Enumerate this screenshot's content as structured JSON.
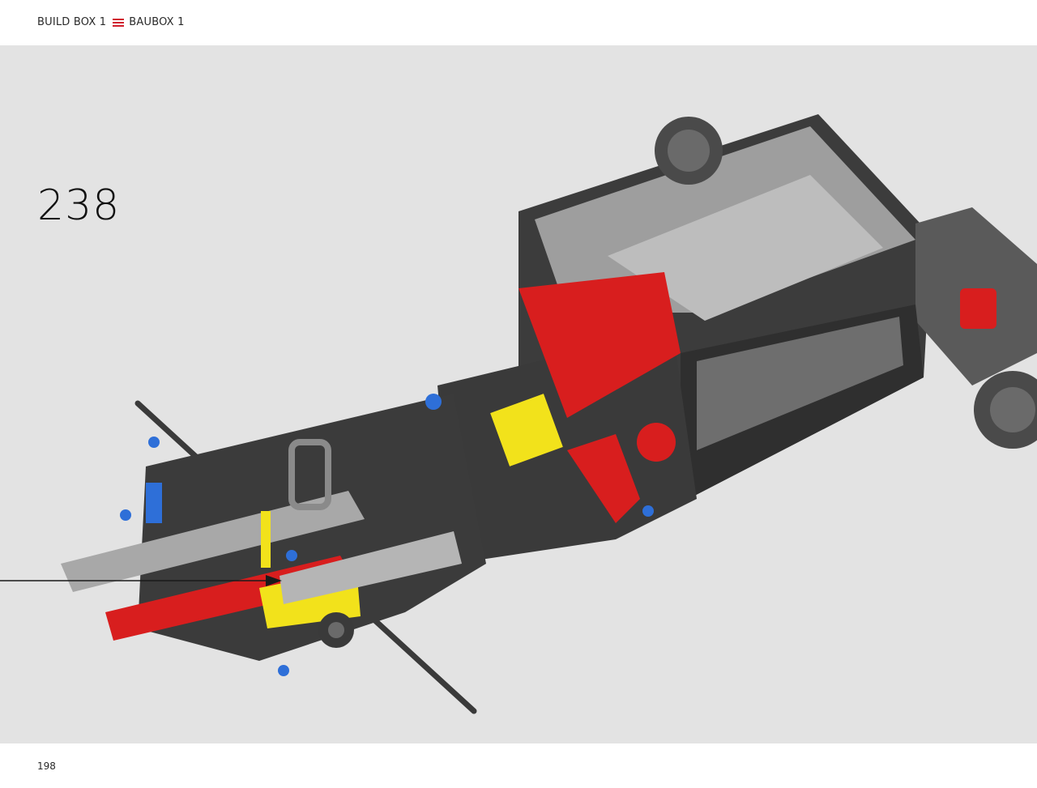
{
  "header": {
    "left_label": "BUILD BOX 1",
    "right_label": "BAUBOX 1",
    "separator_icon": "menu-lines-icon",
    "accent_color": "#d0202e"
  },
  "step": {
    "number": "238"
  },
  "illustration": {
    "subject": "lego-technic-chassis-assembly",
    "pointer_icon": "arrow-icon",
    "colors": {
      "dark_gray": "#3a3a3a",
      "light_gray": "#a8a8a8",
      "red": "#d81e1e",
      "yellow": "#f2e21b",
      "blue": "#2e6fd8"
    }
  },
  "footer": {
    "page_number": "198"
  }
}
